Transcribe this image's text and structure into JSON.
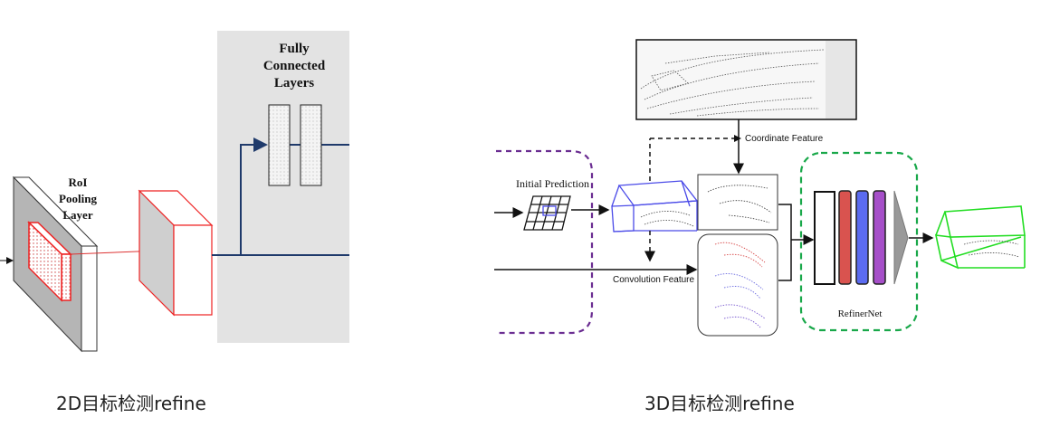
{
  "left_panel": {
    "roi_label_line1": "RoI",
    "roi_label_line2": "Pooling",
    "roi_label_line3": "Layer",
    "fc_label_line1": "Fully",
    "fc_label_line2": "Connected",
    "fc_label_line3": "Layers",
    "caption": "2D目标检测refine"
  },
  "right_panel": {
    "initial_prediction": "Initial Prediction",
    "coordinate_feature": "Coordinate Feature",
    "convolution_feature": "Convolution Feature",
    "refinernet": "RefinerNet",
    "caption": "3D目标检测refine",
    "colors": {
      "dashed_box": "#6a2c91",
      "refiner_box": "#19a84a",
      "red_block": "#d9534f",
      "blue_block": "#5b6bf0",
      "purple_block": "#a64fc9",
      "pred_box": "#4a4ae8",
      "out_box": "#22dd22"
    }
  }
}
